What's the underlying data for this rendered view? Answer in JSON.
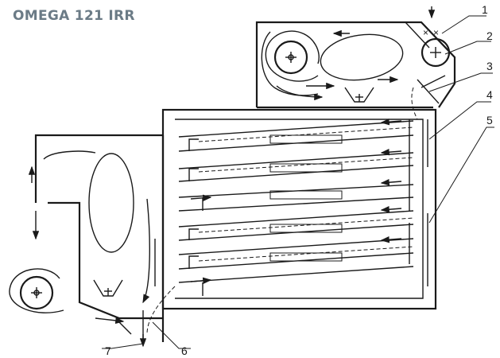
{
  "title": "OMEGA 121 IRR",
  "callouts": [
    {
      "label": "1"
    },
    {
      "label": "2"
    },
    {
      "label": "3"
    },
    {
      "label": "4"
    },
    {
      "label": "5"
    },
    {
      "label": "6"
    },
    {
      "label": "7"
    }
  ]
}
